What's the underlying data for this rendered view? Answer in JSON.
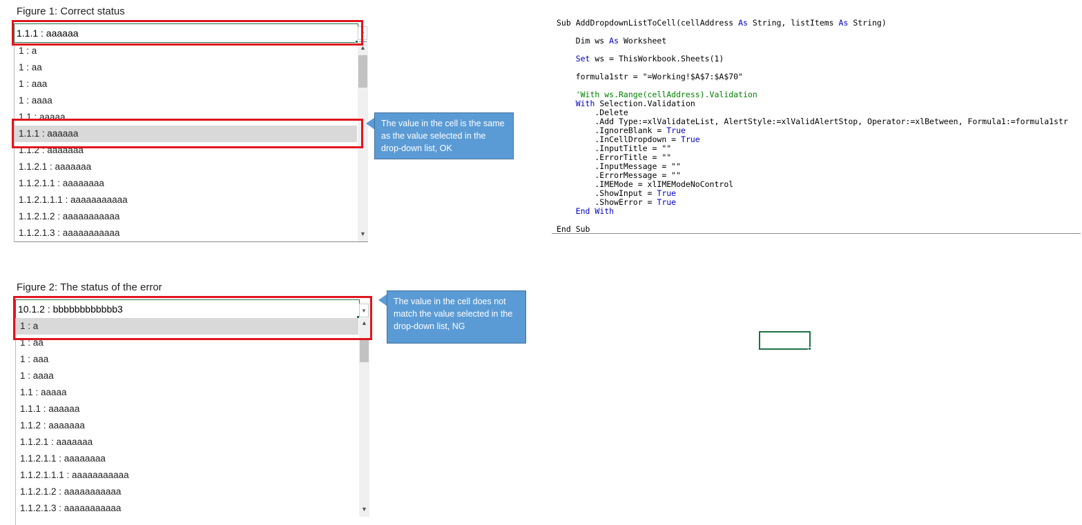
{
  "figure1": {
    "title": "Figure 1: Correct status",
    "cell_value": "1.1.1 : aaaaaa",
    "items": [
      "1 : a",
      "1 : aa",
      "1 : aaa",
      "1 : aaaa",
      "1.1 : aaaaa",
      "1.1.1 : aaaaaa",
      "1.1.2 : aaaaaaa",
      "1.1.2.1 : aaaaaaa",
      "1.1.2.1.1 : aaaaaaaa",
      "1.1.2.1.1.1 : aaaaaaaaaaa",
      "1.1.2.1.2 : aaaaaaaaaaa",
      "1.1.2.1.3 : aaaaaaaaaaa"
    ],
    "selected_index": 5,
    "callout": "The value in the cell is the same as the value selected in the drop-down list, OK"
  },
  "figure2": {
    "title": "Figure 2: The status of the error",
    "cell_value": "10.1.2 :  bbbbbbbbbbbb3",
    "items": [
      "1 : a",
      "1 : aa",
      "1 : aaa",
      "1 : aaaa",
      "1.1 : aaaaa",
      "1.1.1 : aaaaaa",
      "1.1.2 : aaaaaaa",
      "1.1.2.1 : aaaaaaa",
      "1.1.2.1.1 : aaaaaaaa",
      "1.1.2.1.1.1 : aaaaaaaaaaa",
      "1.1.2.1.2 : aaaaaaaaaaa",
      "1.1.2.1.3 : aaaaaaaaaaa"
    ],
    "selected_index": 0,
    "callout": "The value in the cell does not match the value selected in the drop-down list, NG"
  },
  "code": {
    "lines": [
      [
        {
          "t": "Sub AddDropdownListToCell(cellAddress ",
          "c": ""
        },
        {
          "t": "As",
          "c": "kw"
        },
        {
          "t": " String, listItems ",
          "c": ""
        },
        {
          "t": "As",
          "c": "kw"
        },
        {
          "t": " String)",
          "c": ""
        }
      ],
      [
        {
          "t": "    Dim ws ",
          "c": ""
        },
        {
          "t": "As",
          "c": "kw"
        },
        {
          "t": " Worksheet",
          "c": ""
        }
      ],
      [
        {
          "t": "    ",
          "c": ""
        },
        {
          "t": "Set",
          "c": "kw"
        },
        {
          "t": " ws = ThisWorkbook.Sheets(1)",
          "c": ""
        }
      ],
      [
        {
          "t": "    formula1str = \"=Working!$A$7:$A$70\"",
          "c": ""
        }
      ],
      [
        {
          "t": "    'With ws.Range(cellAddress).Validation",
          "c": "cm"
        }
      ],
      [
        {
          "t": "    ",
          "c": ""
        },
        {
          "t": "With",
          "c": "kw"
        },
        {
          "t": " Selection.Validation",
          "c": ""
        }
      ],
      [
        {
          "t": "        .Delete",
          "c": ""
        }
      ],
      [
        {
          "t": "        .Add Type:=xlValidateList, AlertStyle:=xlValidAlertStop, Operator:=xlBetween, Formula1:=formula1str",
          "c": ""
        }
      ],
      [
        {
          "t": "        .IgnoreBlank = ",
          "c": ""
        },
        {
          "t": "True",
          "c": "kw"
        }
      ],
      [
        {
          "t": "        .InCellDropdown = ",
          "c": ""
        },
        {
          "t": "True",
          "c": "kw"
        }
      ],
      [
        {
          "t": "        .InputTitle = \"\"",
          "c": ""
        }
      ],
      [
        {
          "t": "        .ErrorTitle = \"\"",
          "c": ""
        }
      ],
      [
        {
          "t": "        .InputMessage = \"\"",
          "c": ""
        }
      ],
      [
        {
          "t": "        .ErrorMessage = \"\"",
          "c": ""
        }
      ],
      [
        {
          "t": "        .IMEMode = xlIMEModeNoControl",
          "c": ""
        }
      ],
      [
        {
          "t": "        .ShowInput = ",
          "c": ""
        },
        {
          "t": "True",
          "c": "kw"
        }
      ],
      [
        {
          "t": "        .ShowError = ",
          "c": ""
        },
        {
          "t": "True",
          "c": "kw"
        }
      ],
      [
        {
          "t": "    ",
          "c": ""
        },
        {
          "t": "End With",
          "c": "kw"
        }
      ],
      [
        {
          "t": "End Sub",
          "c": ""
        }
      ]
    ]
  },
  "colors": {
    "highlight_red": "#e0141e",
    "callout_blue": "#5b9bd5",
    "excel_green": "#1e7145"
  }
}
